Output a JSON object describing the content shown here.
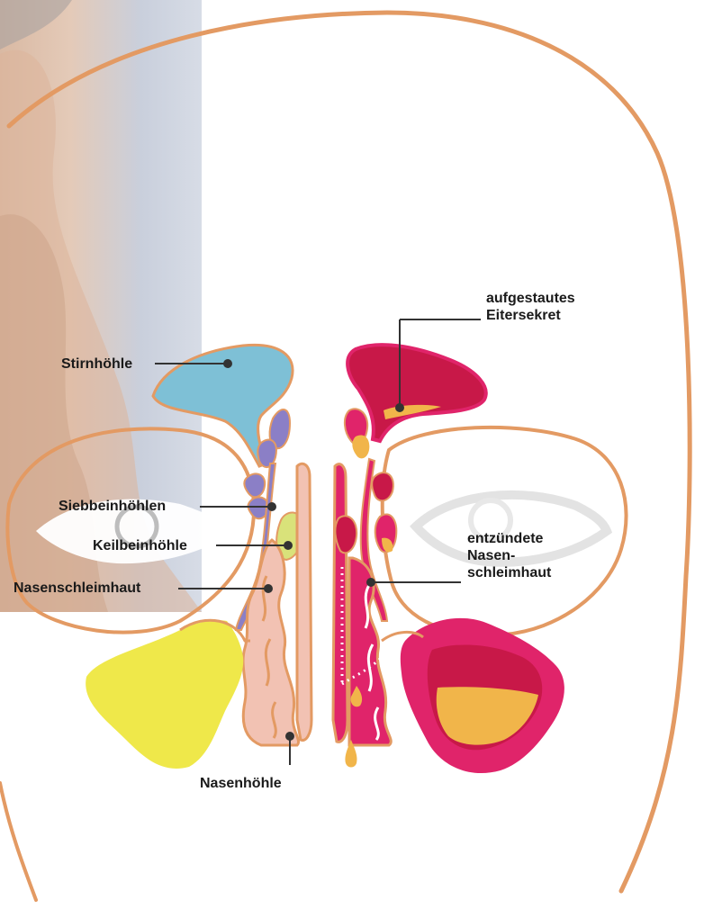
{
  "diagram": {
    "labels": {
      "frontal_sinus": "Stirnhöhle",
      "ethmoid_sinuses": "Siebbeinhöhlen",
      "sphenoid_sinus": "Keilbeinhöhle",
      "nasal_mucosa": "Nasenschleimhaut",
      "nasal_cavity": "Nasenhöhle",
      "pus_line1": "aufgestautes",
      "pus_line2": "Eitersekret",
      "inflamed_line1": "entzündete",
      "inflamed_line2": "Nasen-",
      "inflamed_line3": "schleimhaut"
    },
    "colors": {
      "skin_outline": "#e39a63",
      "healthy_frontal": "#7ec0d6",
      "healthy_ethmoid": "#8b7fc6",
      "healthy_maxillary": "#efe84a",
      "sphenoid": "#d9e27a",
      "nasal_tissue": "#f2c2b3",
      "inflamed_magenta": "#e0246a",
      "inflamed_dark": "#c81848",
      "pus_yellow": "#f1b54a",
      "leader_line": "#333333",
      "photo_bg": "#c9ccd6"
    }
  }
}
